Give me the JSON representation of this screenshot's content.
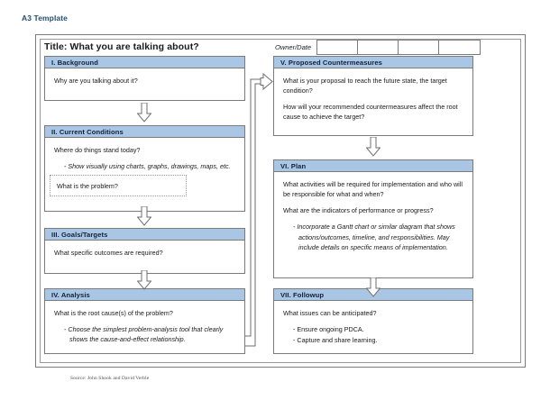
{
  "document": {
    "heading": "A3 Template",
    "title": "Title: What you are talking about?",
    "source_note": "Source: John Shook and David Verble"
  },
  "colors": {
    "heading_text": "#1f4e79",
    "section_header_fill": "#a9c6e4",
    "border": "#7b7b7b",
    "body_text": "#1a1a1a"
  },
  "owner_date": {
    "label": "Owner/Date",
    "cells": [
      "",
      "",
      "",
      ""
    ]
  },
  "left_column": {
    "sections": [
      {
        "id": "background",
        "header": "I. Background",
        "paragraphs": [
          "Why are you talking about it?"
        ],
        "bullets": []
      },
      {
        "id": "current-conditions",
        "header": "II. Current Conditions",
        "paragraphs": [
          "Where do things stand today?"
        ],
        "bullets": [
          "- Show visually using charts, graphs, drawings, maps, etc."
        ],
        "nested_box": {
          "text": "What is the problem?"
        }
      },
      {
        "id": "goals-targets",
        "header": "III. Goals/Targets",
        "paragraphs": [
          "What specific outcomes are required?"
        ],
        "bullets": []
      },
      {
        "id": "analysis",
        "header": "IV. Analysis",
        "paragraphs": [
          "What is the root cause(s) of the problem?"
        ],
        "bullets": [
          "- Choose the simplest problem-analysis tool that clearly shows the cause-and-effect relationship."
        ]
      }
    ]
  },
  "right_column": {
    "sections": [
      {
        "id": "proposed-countermeasures",
        "header": "V. Proposed Countermeasures",
        "paragraphs": [
          "What is your proposal to reach the future state, the target condition?",
          "How will your recommended countermeasures affect the root cause to achieve the target?"
        ],
        "bullets": []
      },
      {
        "id": "plan",
        "header": "VI. Plan",
        "paragraphs": [
          "What activities will be required for implementation and who will be responsible for what and when?",
          "What are the indicators of performance or progress?"
        ],
        "bullets": [
          "- Incorporate a Gantt chart or similar diagram that shows actions/outcomes, timeline, and responsibilities. May include details on specific means of implementation."
        ]
      },
      {
        "id": "followup",
        "header": "VII. Followup",
        "paragraphs": [
          "What issues can be anticipated?"
        ],
        "bullets": [
          "- Ensure ongoing PDCA.",
          "- Capture and share learning."
        ]
      }
    ]
  },
  "flow": {
    "down_arrows": 5,
    "elbow_connectors": 2
  }
}
